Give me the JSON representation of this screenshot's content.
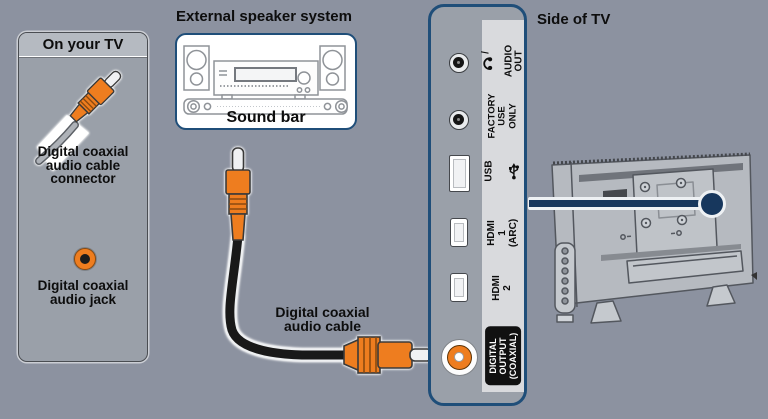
{
  "titles": {
    "on_your_tv": "On your TV",
    "external_speaker_system": "External speaker system",
    "sound_bar": "Sound bar",
    "side_of_tv": "Side of TV"
  },
  "left_panel": {
    "connector_caption": "Digital coaxial\naudio cable\nconnector",
    "jack_caption": "Digital coaxial\naudio jack"
  },
  "cable": {
    "caption": "Digital coaxial\naudio cable"
  },
  "ports": {
    "audio_out": {
      "icon": "headphone-icon",
      "slash": "/",
      "label": "AUDIO\nOUT"
    },
    "factory": {
      "label": "FACTORY\nUSE\nONLY"
    },
    "usb": {
      "icon": "usb-icon",
      "label": "USB"
    },
    "hdmi1": {
      "label": "HDMI 1\n(ARC)"
    },
    "hdmi2": {
      "label": "HDMI 2"
    },
    "digital_output": {
      "label": "DIGITAL\nOUTPUT\n(COAXIAL)"
    }
  },
  "colors": {
    "background": "#8c92a0",
    "accent_navy": "#1f4e79",
    "callout_navy": "#17375d",
    "orange": "#ee7d1f",
    "panel_gray": "#9aa0a9",
    "header_gray": "#b5bac1",
    "strip_gray": "#d9dadd"
  }
}
